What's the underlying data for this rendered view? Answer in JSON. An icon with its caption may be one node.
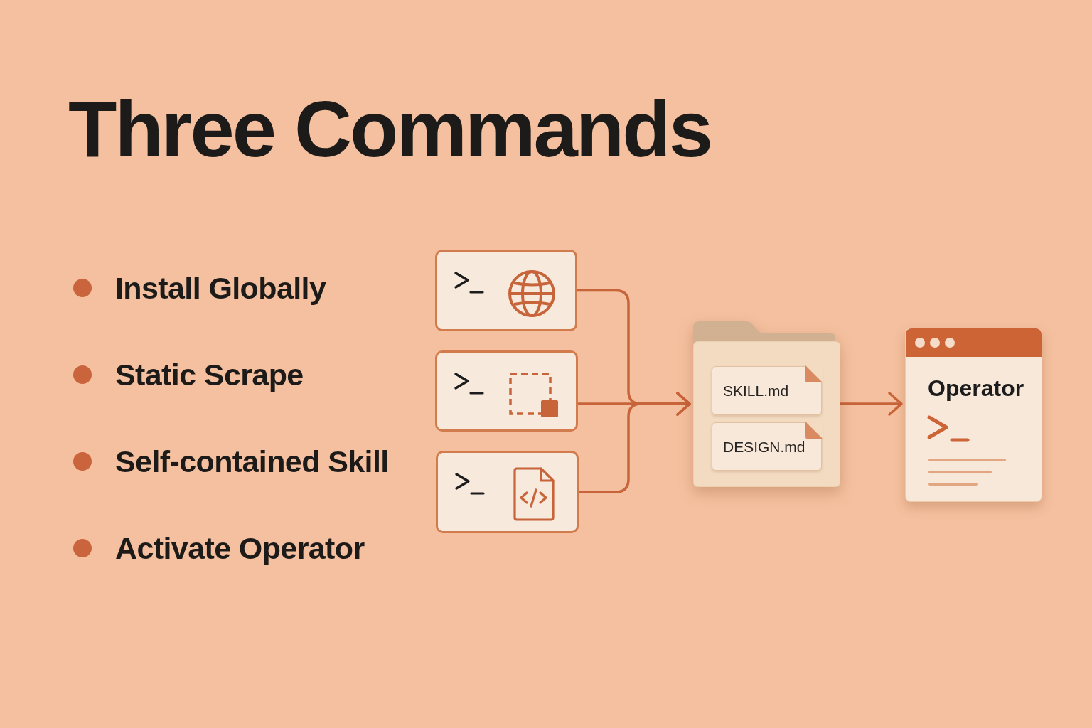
{
  "diagram": {
    "title": "Three Commands",
    "nodes": [
      {
        "text": [],
        "shape": "box"
      },
      {
        "text": [],
        "shape": "box"
      },
      {
        "text": [],
        "shape": "box"
      },
      {
        "text": [],
        "shape": "folder"
      },
      {
        "text": [
          "SKILL.md"
        ],
        "in": 3
      },
      {
        "text": [
          "DESIGN.md"
        ],
        "in": 3
      },
      {
        "text": [
          "Operator"
        ]
      }
    ],
    "edges": [
      {
        "from": 0,
        "to": 3,
        "arrow": "to"
      },
      {
        "from": 1,
        "to": 3,
        "arrow": "to"
      },
      {
        "from": 2,
        "to": 3,
        "arrow": "to"
      },
      {
        "from": 3,
        "to": 6,
        "arrow": "to"
      }
    ],
    "labels": [
      "Install Globally",
      "Static Scrape",
      "Self-contained Skill",
      "Activate Operator"
    ]
  }
}
